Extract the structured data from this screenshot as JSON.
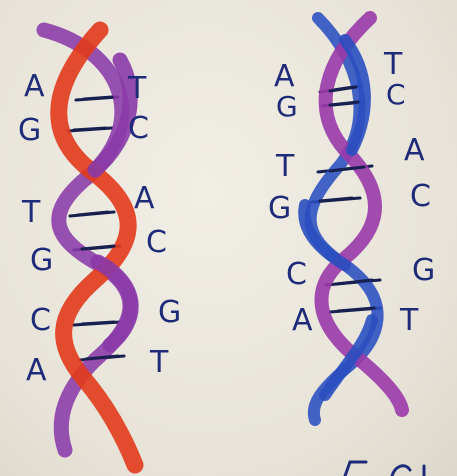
{
  "colors": {
    "left_strand_a": "#e23a1c",
    "left_strand_b": "#8a3aa8",
    "right_strand_a": "#9a3aa8",
    "right_strand_b": "#2a4fc0",
    "rung": "#17204f",
    "letters": "#1f2a78",
    "paper": "#ece9e0"
  },
  "left_helix": {
    "left_bases": [
      "A",
      "G",
      "T",
      "G",
      "C",
      "A"
    ],
    "right_bases": [
      "T",
      "C",
      "A",
      "C",
      "G",
      "T"
    ]
  },
  "right_helix": {
    "left_bases": [
      "A",
      "G",
      "T",
      "G",
      "C",
      "A"
    ],
    "right_bases": [
      "T",
      "C",
      "A",
      "C",
      "G",
      "T"
    ]
  }
}
